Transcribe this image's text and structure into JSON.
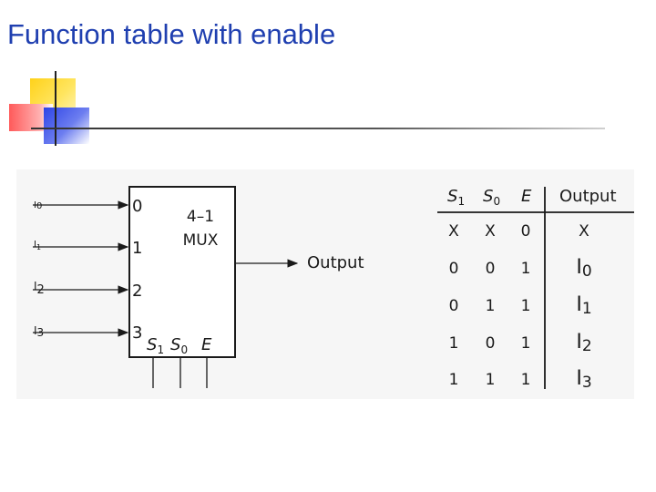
{
  "title": "Function table with enable",
  "diagram": {
    "inputs": [
      {
        "letter": "I",
        "sub": "0"
      },
      {
        "letter": "I",
        "sub": "1"
      },
      {
        "letter": "I",
        "sub": "2"
      },
      {
        "letter": "I",
        "sub": "3"
      }
    ],
    "pins": [
      "0",
      "1",
      "2",
      "3"
    ],
    "mux_line1": "4–1",
    "mux_line2": "MUX",
    "controls": [
      {
        "letter": "S",
        "sub": "1"
      },
      {
        "letter": "S",
        "sub": "0"
      },
      {
        "letter": "E",
        "sub": ""
      }
    ],
    "output_label": "Output"
  },
  "table": {
    "headers": [
      {
        "letter": "S",
        "sub": "1"
      },
      {
        "letter": "S",
        "sub": "0"
      },
      {
        "letter": "E",
        "sub": ""
      },
      {
        "letter": "Output",
        "sub": ""
      }
    ],
    "rows": [
      [
        "X",
        "X",
        "0",
        "X"
      ],
      [
        "0",
        "0",
        "1",
        "I0"
      ],
      [
        "0",
        "1",
        "1",
        "I1"
      ],
      [
        "1",
        "0",
        "1",
        "I2"
      ],
      [
        "1",
        "1",
        "1",
        "I3"
      ]
    ]
  },
  "colors": {
    "title": "#1f3fb0",
    "ink": "#1a1a1a",
    "figure_bg": "#f6f6f6"
  }
}
